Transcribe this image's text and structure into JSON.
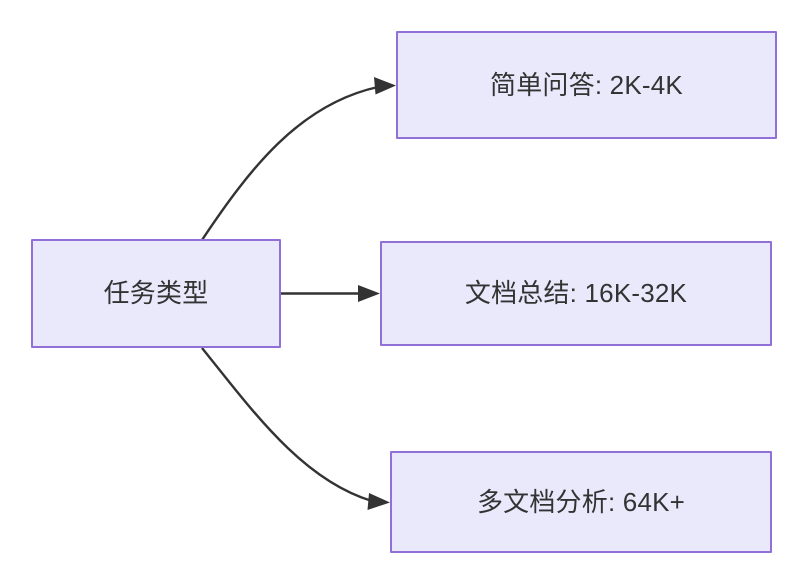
{
  "diagram": {
    "type": "flowchart",
    "direction": "left-to-right",
    "background_color": "#ffffff",
    "node_fill_color": "#EAE8FB",
    "node_border_color": "#9171D8",
    "text_color": "#333333",
    "edge_color": "#333333",
    "root": {
      "id": "task-type",
      "label": "任务类型"
    },
    "branches": [
      {
        "id": "simple-qa",
        "label": "简单问答: 2K-4K",
        "task": "简单问答",
        "range": "2K-4K",
        "edge_style": "curved"
      },
      {
        "id": "doc-summary",
        "label": "文档总结: 16K-32K",
        "task": "文档总结",
        "range": "16K-32K",
        "edge_style": "straight"
      },
      {
        "id": "multi-doc",
        "label": "多文档分析: 64K+",
        "task": "多文档分析",
        "range": "64K+",
        "edge_style": "curved"
      }
    ],
    "edges": [
      {
        "from": "task-type",
        "to": "simple-qa",
        "arrowhead": "triangle"
      },
      {
        "from": "task-type",
        "to": "doc-summary",
        "arrowhead": "triangle"
      },
      {
        "from": "task-type",
        "to": "multi-doc",
        "arrowhead": "triangle"
      }
    ]
  }
}
